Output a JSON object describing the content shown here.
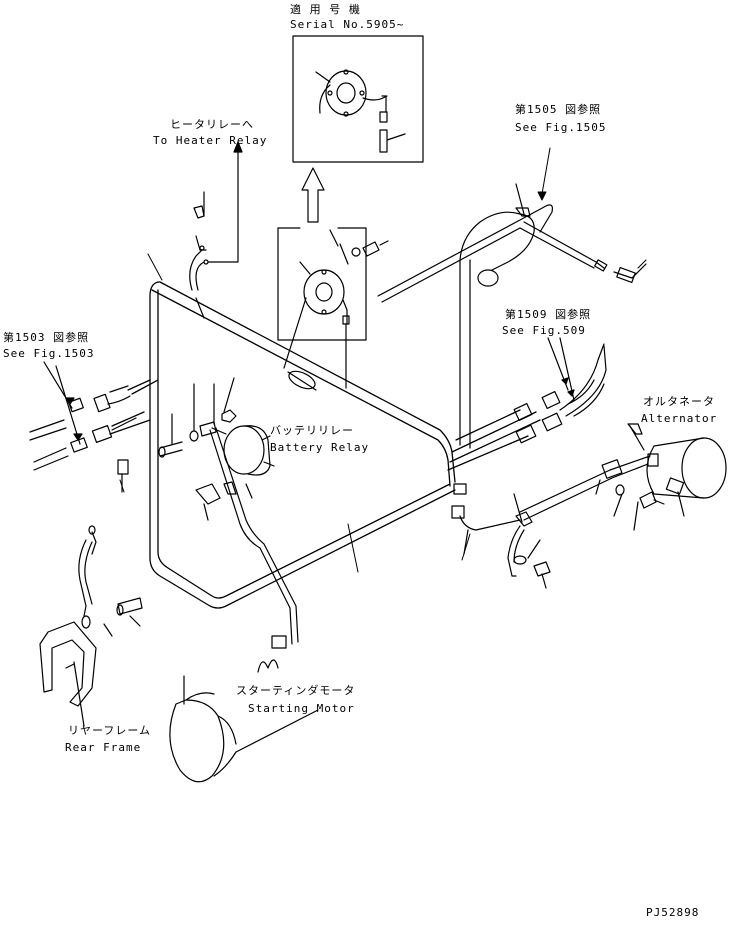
{
  "labels": {
    "serial_jp": "適 用 号 機",
    "serial_en": "Serial No.5905~",
    "heater_jp": "ヒータリレーへ",
    "heater_en": "To Heater Relay",
    "fig1505_jp": "第1505 図参照",
    "fig1505_en": "See Fig.1505",
    "fig1503_jp": "第1503 図参照",
    "fig1503_en": "See Fig.1503",
    "fig1509_jp": "第1509 図参照",
    "fig1509_en": "See Fig.509",
    "alternator_jp": "オルタネータ",
    "alternator_en": "Alternator",
    "battery_jp": "バッテリリレー",
    "battery_en": "Battery Relay",
    "starting_jp": "スターティンダモータ",
    "starting_en": "Starting Motor",
    "rear_jp": "リヤーフレーム",
    "rear_en": "Rear Frame",
    "part_code": "PJ52898"
  }
}
